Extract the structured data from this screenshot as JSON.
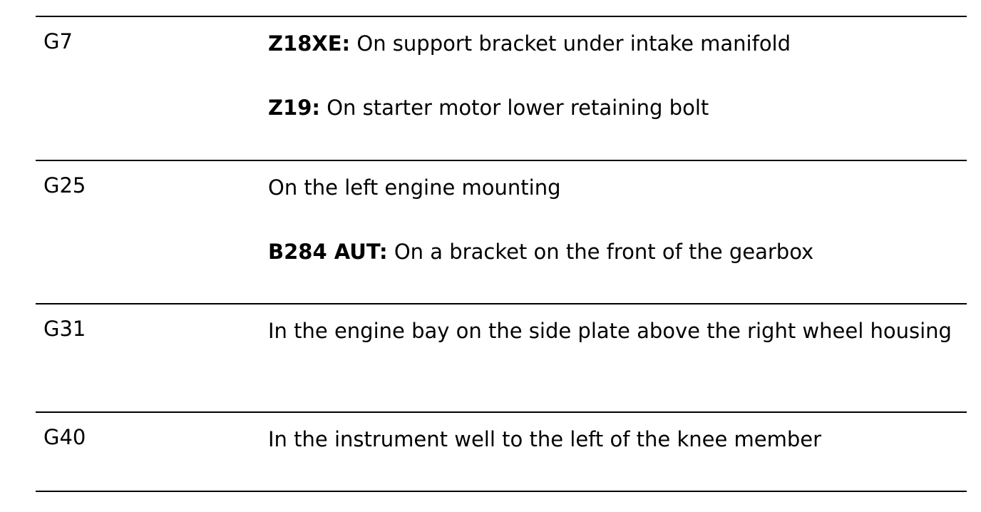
{
  "rows": [
    {
      "code": "G7",
      "lines": [
        {
          "prefix": "Z18XE:",
          "text": " On support bracket under intake manifold"
        },
        {
          "prefix": "Z19:",
          "text": " On starter motor lower retaining bolt"
        }
      ]
    },
    {
      "code": "G25",
      "lines": [
        {
          "prefix": "",
          "text": "On the left engine mounting"
        },
        {
          "prefix": "B284 AUT:",
          "text": " On a bracket on the front of the gearbox"
        }
      ]
    },
    {
      "code": "G31",
      "lines": [
        {
          "prefix": "",
          "text": "In the engine bay on the side plate above the right wheel housing"
        }
      ]
    },
    {
      "code": "G40",
      "lines": [
        {
          "prefix": "",
          "text": "In the instrument well to the left of the knee member"
        }
      ]
    }
  ]
}
